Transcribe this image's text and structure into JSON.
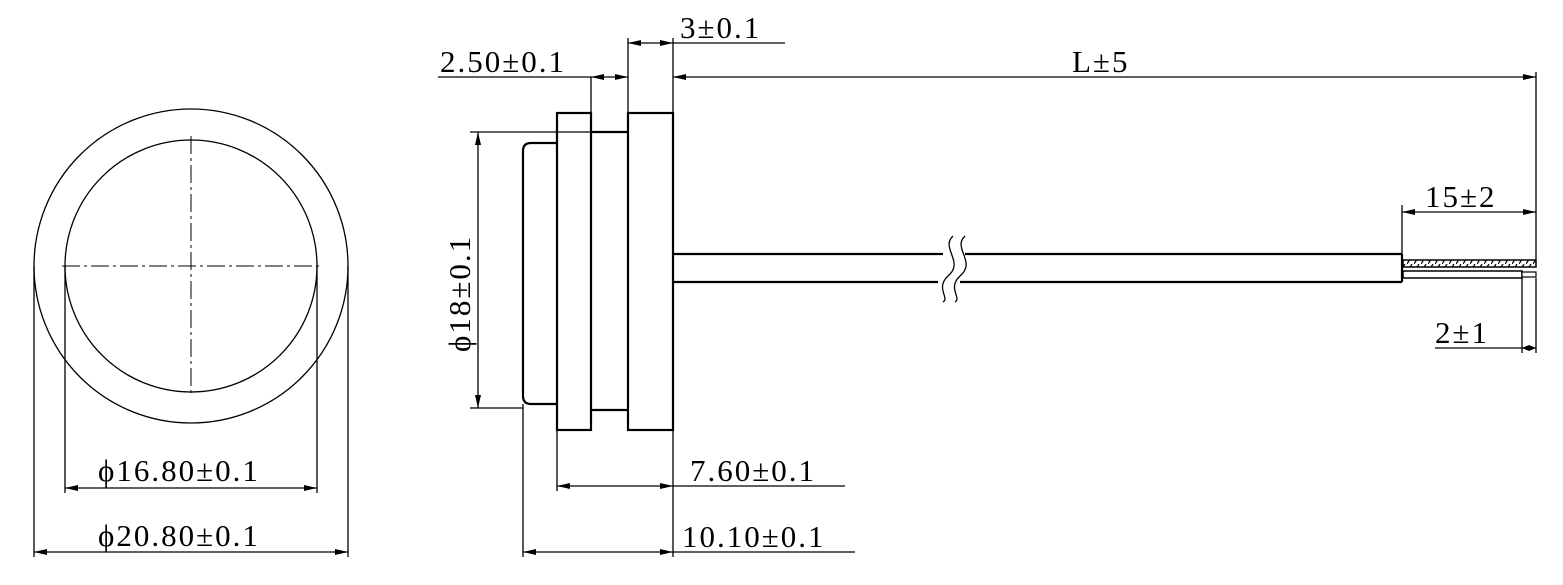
{
  "drawing": {
    "front_view": {
      "inner_diameter_label": "ϕ16.80±0.1",
      "outer_diameter_label": "ϕ20.80±0.1"
    },
    "side_view": {
      "flange_gap_label": "2.50±0.1",
      "flange_thickness_label": "3±0.1",
      "cable_length_label": "L±5",
      "body_diameter_label": "ϕ18±0.1",
      "strip_length_label": "15±2",
      "conductor_length_label": "2±1",
      "body_depth_label": "7.60±0.1",
      "total_depth_label": "10.10±0.1"
    },
    "colors": {
      "line": "#000000",
      "background": "#ffffff"
    }
  }
}
